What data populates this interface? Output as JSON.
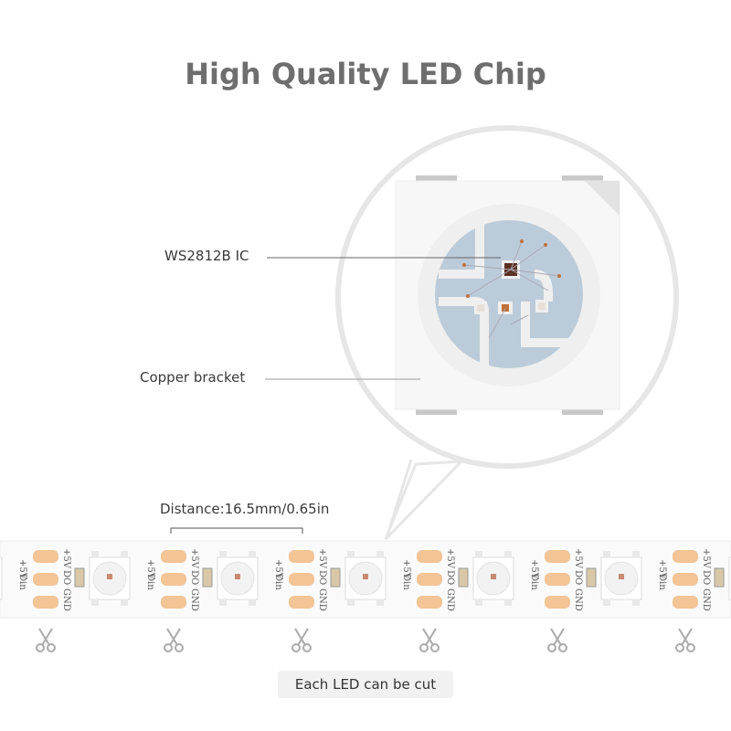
{
  "title": "High Quality LED Chip",
  "labels": {
    "ic": "WS2812B IC",
    "copper": "Copper bracket",
    "distance": "Distance:16.5mm/0.65in",
    "cut_note": "Each LED can be cut"
  },
  "strip": {
    "pad_labels": [
      "+5V",
      "Din",
      "DO",
      "GND"
    ],
    "segment_count": 6
  },
  "colors": {
    "title": "#6e6e6e",
    "pads": "#f2c496",
    "chip_dome": "#bccbd9",
    "strip": "#fafafa"
  },
  "icons": [
    "scissors-icon"
  ]
}
